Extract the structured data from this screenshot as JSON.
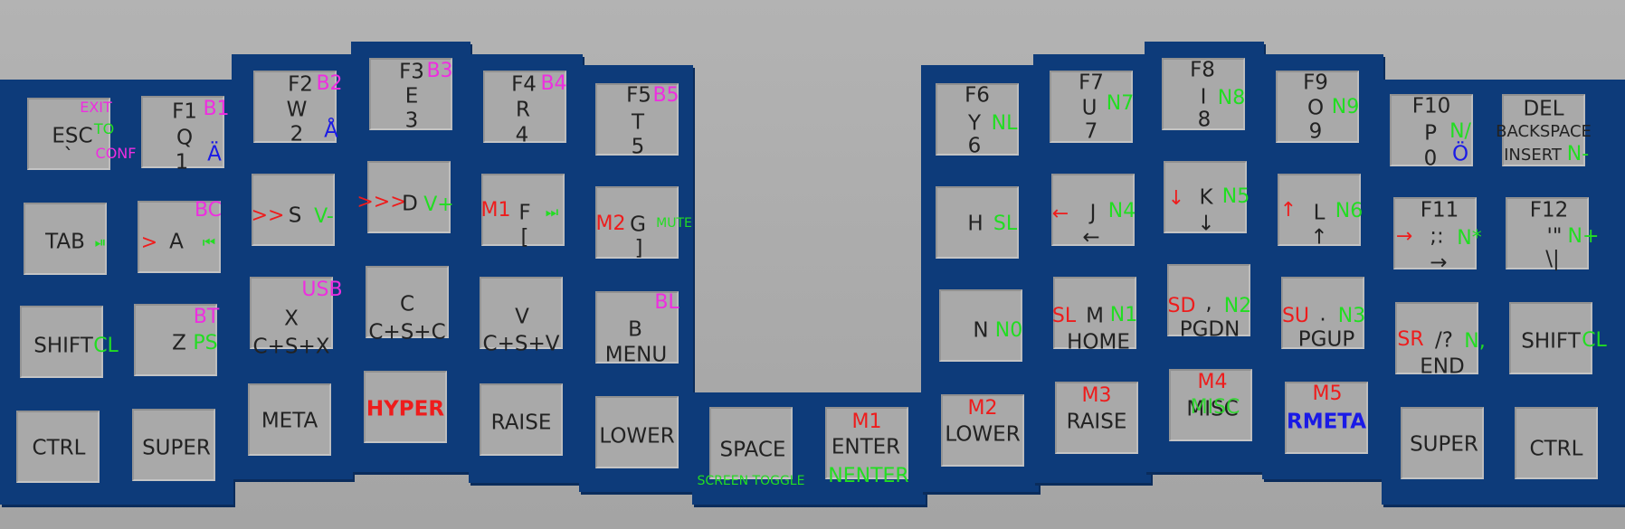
{
  "colors": {
    "background": "#ababab",
    "plate": "#0d3b7a",
    "keycap": "#a9a9a9",
    "base_legend": "#222222",
    "bluetooth_layer": "#ee2de0",
    "numpad_media_layer": "#22dd22",
    "mouse_layer": "#ee1c1c",
    "alt_layer": "#1a1ae6"
  },
  "left": {
    "r1": {
      "esc": {
        "main": "ESC",
        "shift": "`",
        "exit": "EXIT",
        "to": "TO",
        "conf": "CONF"
      },
      "f1": {
        "fn": "F1",
        "bt": "B1",
        "letter": "Q",
        "num": "1",
        "alt": "Ä"
      },
      "f2": {
        "fn": "F2",
        "bt": "B2",
        "letter": "W",
        "num": "2",
        "alt": "Å"
      },
      "f3": {
        "fn": "F3",
        "bt": "B3",
        "letter": "E",
        "num": "3"
      },
      "f4": {
        "fn": "F4",
        "bt": "B4",
        "letter": "R",
        "num": "4"
      },
      "f5": {
        "fn": "F5",
        "bt": "B5",
        "letter": "T",
        "num": "5"
      }
    },
    "r2": {
      "tab": {
        "main": "TAB",
        "media": "⏯"
      },
      "a": {
        "main": "A",
        "mouse": ">",
        "bt": "BC",
        "media": "⏮"
      },
      "s": {
        "main": "S",
        "mouse": ">>",
        "media": "V-"
      },
      "d": {
        "main": "D",
        "mouse": ">>>",
        "media": "V+"
      },
      "f": {
        "main": "F",
        "sym": "[",
        "mouse": "M1",
        "media": "⏭"
      },
      "g": {
        "main": "G",
        "sym": "]",
        "mouse": "M2",
        "media": "MUTE"
      }
    },
    "r3": {
      "shift": {
        "main": "SHIFT",
        "numpad": "CL"
      },
      "z": {
        "main": "Z",
        "bt": "BT",
        "numpad": "PS"
      },
      "x": {
        "main": "X",
        "combo": "C+S+X",
        "bt": "USB"
      },
      "c": {
        "main": "C",
        "combo": "C+S+C"
      },
      "v": {
        "main": "V",
        "combo": "C+S+V"
      },
      "b": {
        "main": "B",
        "sub": "MENU",
        "bt": "BL"
      }
    },
    "r4": {
      "ctrl": "CTRL",
      "super": "SUPER",
      "meta": "META",
      "hyper": "HYPER",
      "raise": "RAISE",
      "lower": "LOWER"
    },
    "thumb": {
      "space": "SPACE",
      "screen_toggle": "SCREEN TOGGLE"
    }
  },
  "right": {
    "thumb": {
      "mouse": "M1",
      "enter": "ENTER",
      "nenter": "NENTER"
    },
    "r1": {
      "f6": {
        "fn": "F6",
        "letter": "Y",
        "num": "6",
        "numpad": "NL"
      },
      "f7": {
        "fn": "F7",
        "letter": "U",
        "num": "7",
        "numpad": "N7"
      },
      "f8": {
        "fn": "F8",
        "letter": "I",
        "num": "8",
        "numpad": "N8"
      },
      "f9": {
        "fn": "F9",
        "letter": "O",
        "num": "9",
        "numpad": "N9"
      },
      "f10": {
        "fn": "F10",
        "letter": "P",
        "num": "0",
        "numpad": "N/",
        "alt": "Ö"
      },
      "del": {
        "main": "DEL",
        "sub1": "BACKSPACE",
        "sub2": "INSERT",
        "numpad": "N-"
      }
    },
    "r2": {
      "h": {
        "main": "H",
        "numpad": "SL"
      },
      "j": {
        "main": "J",
        "arrow": "←",
        "mouse": "←",
        "numpad": "N4"
      },
      "k": {
        "main": "K",
        "arrow": "↓",
        "mouse": "↓",
        "numpad": "N5"
      },
      "l": {
        "main": "L",
        "arrow": "↑",
        "mouse": "↑",
        "numpad": "N6"
      },
      "f11": {
        "fn": "F11",
        "main": ";:",
        "arrow": "→",
        "mouse": "→",
        "numpad": "N*"
      },
      "f12": {
        "fn": "F12",
        "main": "'\"",
        "sub": "\\|",
        "numpad": "N+"
      }
    },
    "r3": {
      "n": {
        "main": "N",
        "numpad": "N0"
      },
      "m": {
        "main": "M",
        "sub": "HOME",
        "mouse": "SL",
        "numpad": "N1"
      },
      "comma": {
        "main": ",",
        "sub": "PGDN",
        "mouse": "SD",
        "numpad": "N2"
      },
      "period": {
        "main": ".",
        "sub": "PGUP",
        "mouse": "SU",
        "numpad": "N3"
      },
      "slash": {
        "main": "/?",
        "sub": "END",
        "mouse": "SR",
        "numpad": "N,"
      },
      "shift": {
        "main": "SHIFT",
        "numpad": "CL"
      }
    },
    "r4": {
      "lower": {
        "main": "LOWER",
        "mouse": "M2"
      },
      "raise": {
        "main": "RAISE",
        "mouse": "M3"
      },
      "misc": {
        "main": "MISC",
        "mouse": "M4",
        "numpad": "MISC"
      },
      "rmeta": {
        "main": "RMETA",
        "mouse": "M5"
      },
      "super": "SUPER",
      "ctrl": "CTRL"
    }
  }
}
